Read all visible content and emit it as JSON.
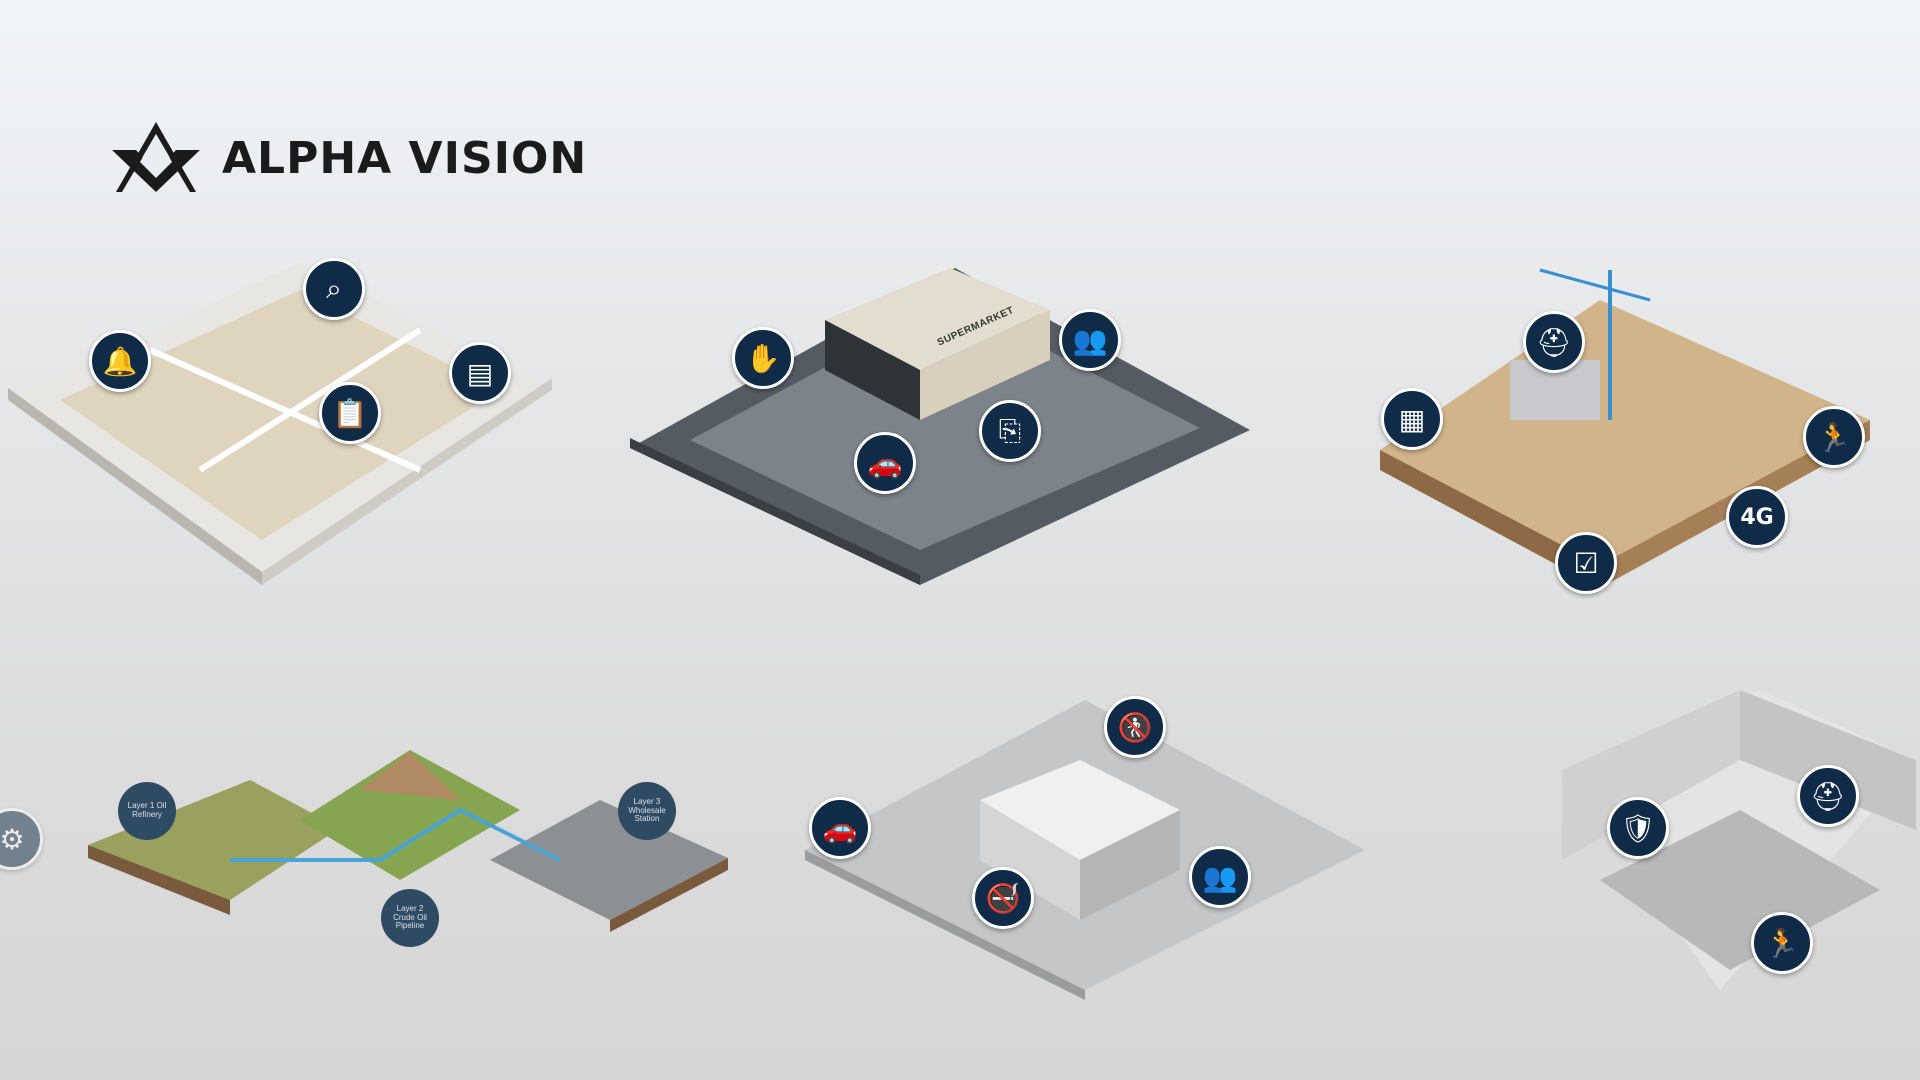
{
  "brand": {
    "name": "ALPHA VISION",
    "logo_icon": "compass-square-icon"
  },
  "colors": {
    "marker": "#0f2b47",
    "label": "#2f4a63",
    "background": "#e0e0e0"
  },
  "scenes": [
    {
      "name": "office",
      "markers": [
        "alarm-bell-icon",
        "building-search-icon",
        "cash-register-icon",
        "clipboard-person-icon"
      ]
    },
    {
      "name": "retail-store",
      "markers": [
        "hand-sanitizer-icon",
        "people-counting-icon",
        "door-exit-icon",
        "parking-car-icon"
      ],
      "sign": "SUPERMARKET"
    },
    {
      "name": "construction-site",
      "markers": [
        "blueprint-icon",
        "worker-helmet-icon",
        "no-intrusion-icon",
        "4g-signal-icon",
        "checklist-icon"
      ],
      "signal_text": "4G"
    },
    {
      "name": "oil-pipeline",
      "labels": [
        "Layer 1 Oil Refinery",
        "Layer 2 Crude Oil Pipeline",
        "Layer 3 Wholesale Station"
      ]
    },
    {
      "name": "industrial-park",
      "markers": [
        "parking-car-icon",
        "no-pedestrian-icon",
        "no-smoking-icon",
        "people-counting-icon"
      ]
    },
    {
      "name": "data-center",
      "markers": [
        "shield-user-icon",
        "helmet-detection-icon",
        "running-person-icon"
      ]
    }
  ]
}
